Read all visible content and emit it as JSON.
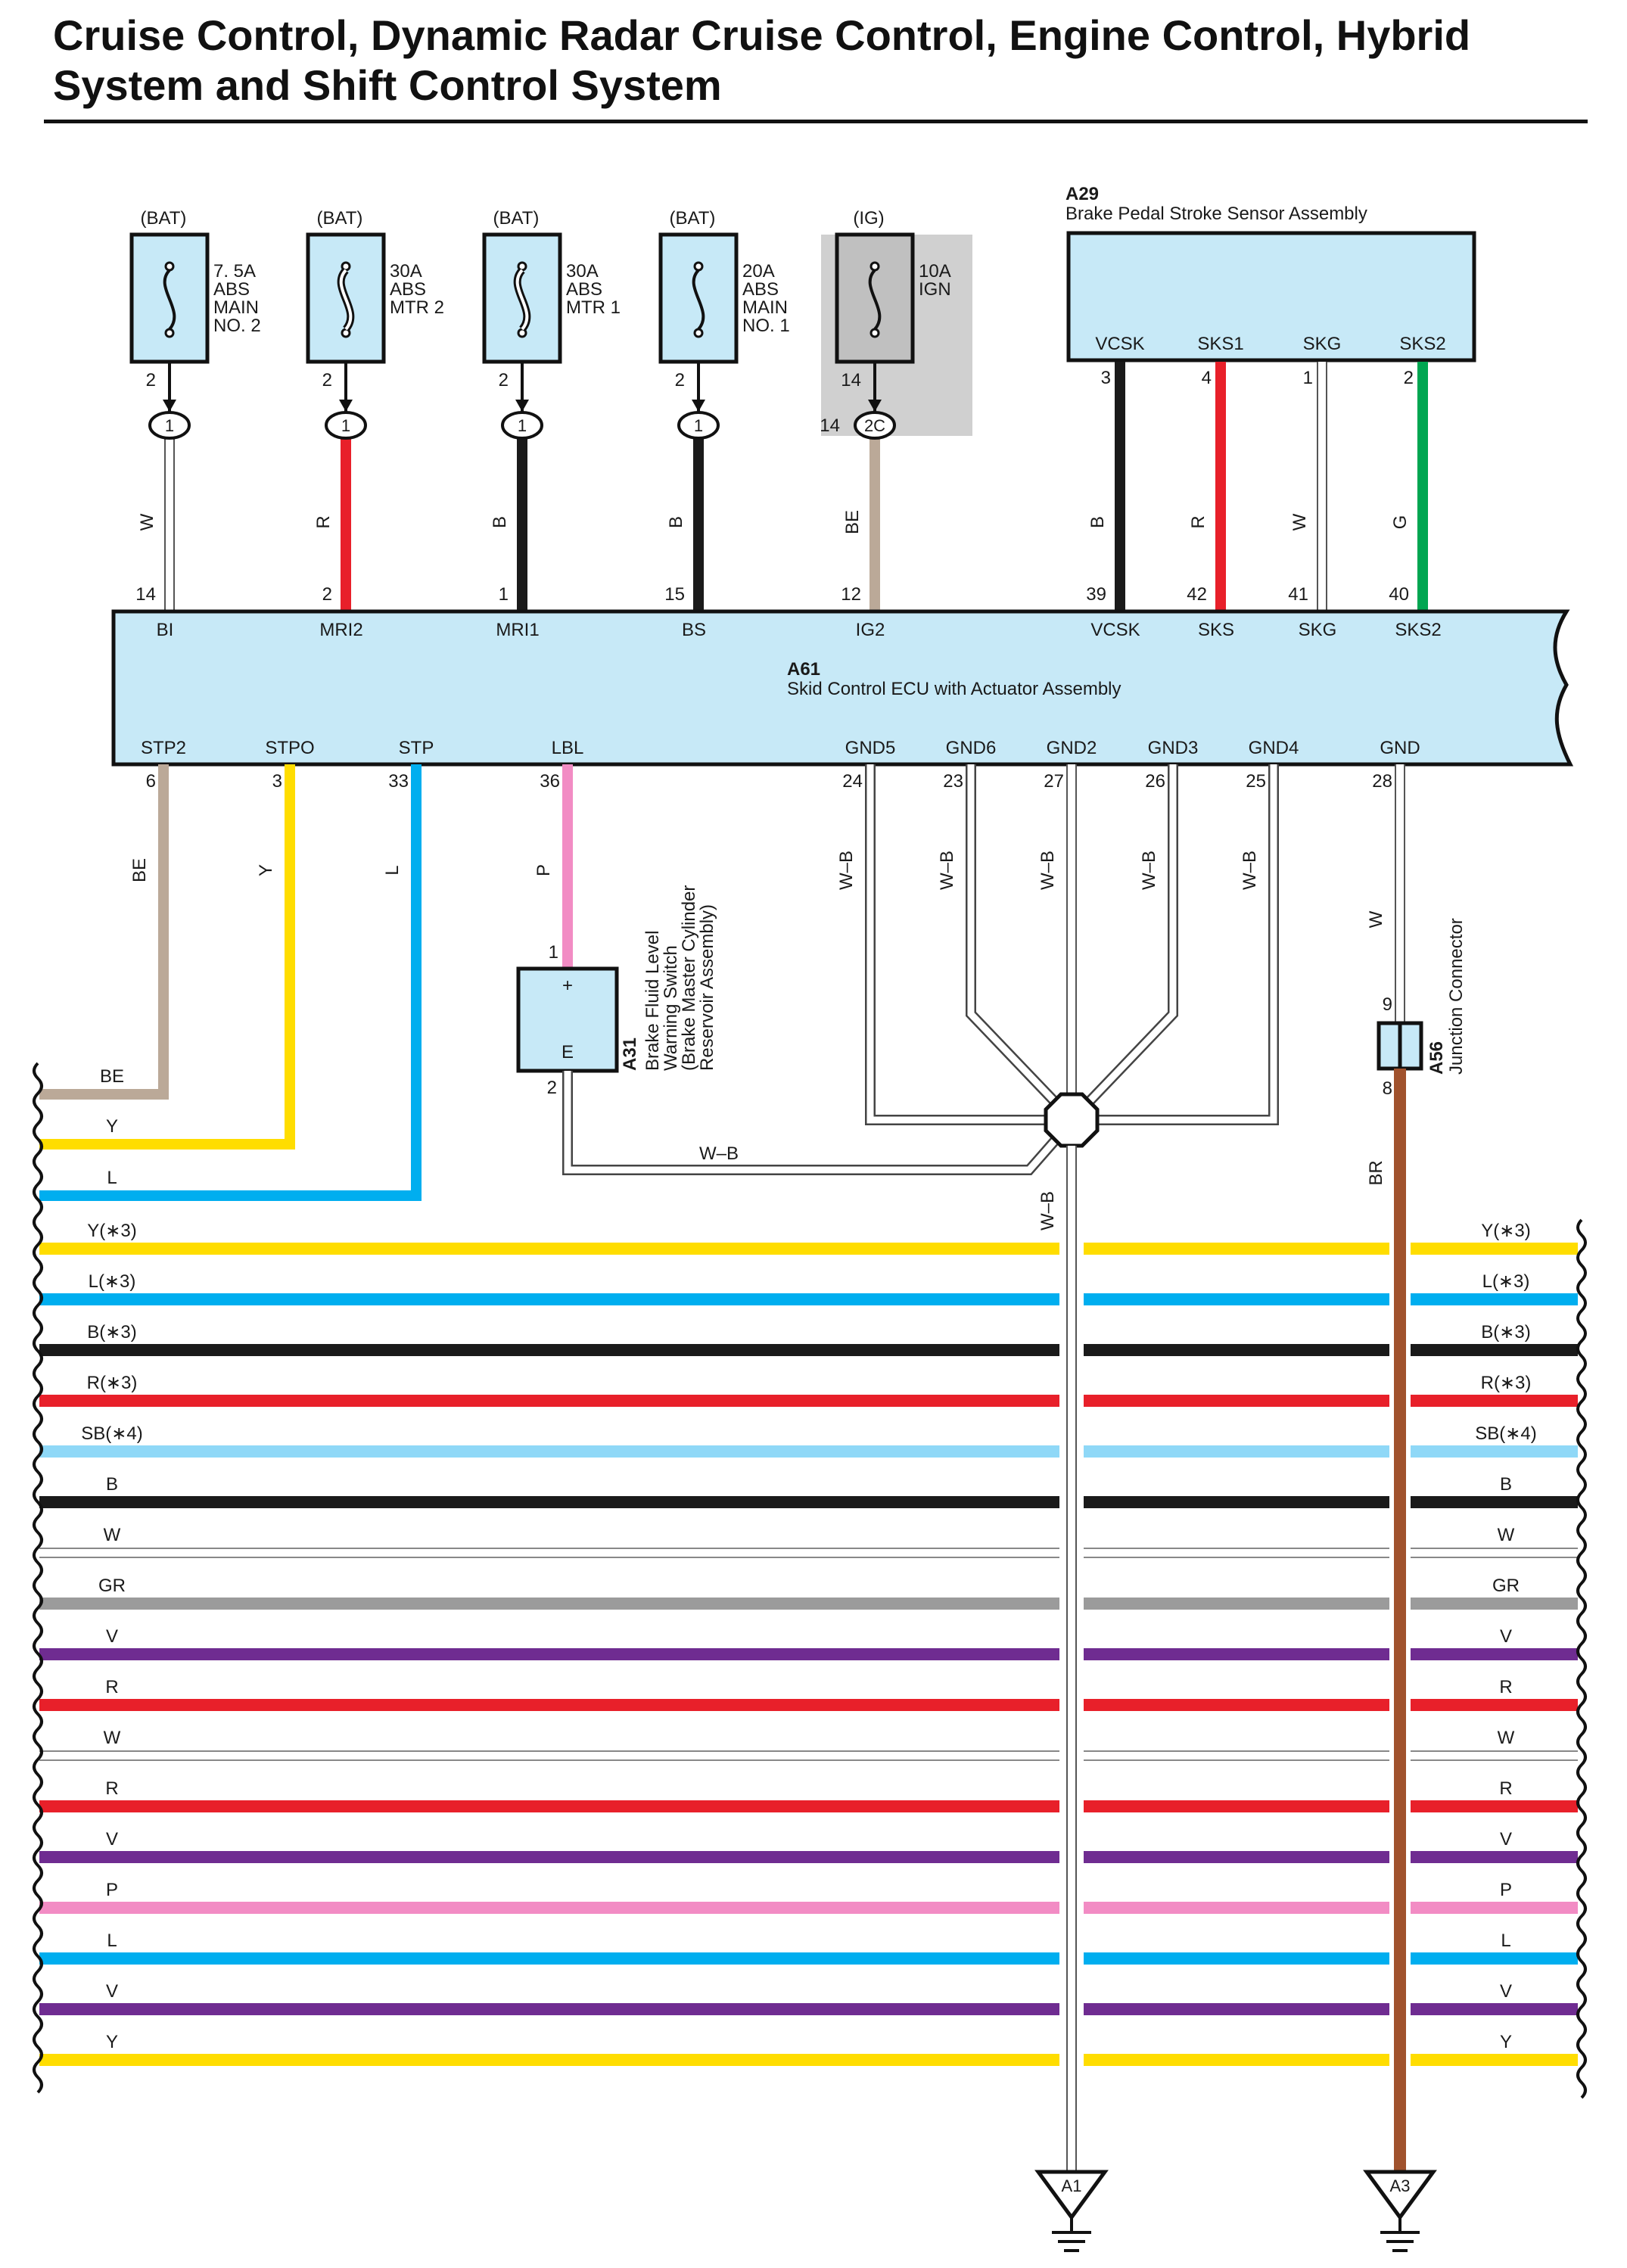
{
  "title": "Cruise Control, Dynamic Radar Cruise Control, Engine Control, Hybrid System and Shift Control System",
  "colors": {
    "W": "#ffffff",
    "R": "#e8202a",
    "B": "#1a1a1a",
    "BE": "#bba998",
    "G": "#00a651",
    "Y": "#ffdd00",
    "L": "#00aeef",
    "P": "#f28cc4",
    "SB": "#8fd8f7",
    "GR": "#9b9b9b",
    "V": "#6f2c91",
    "BR": "#a0522d",
    "W-B": "#ffffff",
    "box": "#c7e9f7",
    "ig_shade": "#d0d0d0"
  },
  "fuses": [
    {
      "supply": "(BAT)",
      "lines": [
        "7. 5A",
        "ABS",
        "MAIN",
        "NO. 2"
      ],
      "pin": "2",
      "junction": "1",
      "wire": "W",
      "ecu_pin": "14",
      "ecu_term": "BI",
      "icon": "fuse-icon"
    },
    {
      "supply": "(BAT)",
      "lines": [
        "30A",
        "ABS",
        "MTR 2"
      ],
      "pin": "2",
      "junction": "1",
      "wire": "R",
      "ecu_pin": "2",
      "ecu_term": "MRI2",
      "icon": "fusible-link-icon"
    },
    {
      "supply": "(BAT)",
      "lines": [
        "30A",
        "ABS",
        "MTR 1"
      ],
      "pin": "2",
      "junction": "1",
      "wire": "B",
      "ecu_pin": "1",
      "ecu_term": "MRI1",
      "icon": "fusible-link-icon"
    },
    {
      "supply": "(BAT)",
      "lines": [
        "20A",
        "ABS",
        "MAIN",
        "NO. 1"
      ],
      "pin": "2",
      "junction": "1",
      "wire": "B",
      "ecu_pin": "15",
      "ecu_term": "BS",
      "icon": "fuse-icon"
    },
    {
      "supply": "(IG)",
      "lines": [
        "10A",
        "IGN"
      ],
      "pin": "14",
      "junction": "2C",
      "wire": "BE",
      "ecu_pin": "12",
      "ecu_term": "IG2",
      "icon": "fuse-icon"
    }
  ],
  "a29": {
    "code": "A29",
    "name": "Brake Pedal Stroke Sensor Assembly",
    "terminals": [
      {
        "term": "VCSK",
        "pin": "3",
        "wire": "B",
        "ecu_pin": "39",
        "ecu_term": "VCSK"
      },
      {
        "term": "SKS1",
        "pin": "4",
        "wire": "R",
        "ecu_pin": "42",
        "ecu_term": "SKS"
      },
      {
        "term": "SKG",
        "pin": "1",
        "wire": "W",
        "ecu_pin": "41",
        "ecu_term": "SKG"
      },
      {
        "term": "SKS2",
        "pin": "2",
        "wire": "G",
        "ecu_pin": "40",
        "ecu_term": "SKS2"
      }
    ]
  },
  "ecu": {
    "code": "A61",
    "name": "Skid Control ECU with Actuator Assembly",
    "bottom": [
      {
        "term": "STP2",
        "pin": "6",
        "wire": "BE"
      },
      {
        "term": "STPO",
        "pin": "3",
        "wire": "Y"
      },
      {
        "term": "STP",
        "pin": "33",
        "wire": "L"
      },
      {
        "term": "LBL",
        "pin": "36",
        "wire": "P"
      },
      {
        "term": "GND5",
        "pin": "24",
        "wire": "W–B"
      },
      {
        "term": "GND6",
        "pin": "23",
        "wire": "W–B"
      },
      {
        "term": "GND2",
        "pin": "27",
        "wire": "W–B"
      },
      {
        "term": "GND3",
        "pin": "26",
        "wire": "W–B"
      },
      {
        "term": "GND4",
        "pin": "25",
        "wire": "W–B"
      },
      {
        "term": "GND",
        "pin": "28",
        "wire": "W"
      }
    ]
  },
  "a31": {
    "code": "A31",
    "name_lines": [
      "Brake Fluid Level",
      "Warning Switch",
      "(Brake Master Cylinder",
      "Reservoir Assembly)"
    ],
    "pin_top": "1",
    "pin_bottom": "2",
    "term_plus": "+",
    "term_e": "E",
    "out_wire": "W–B"
  },
  "a56": {
    "code": "A56",
    "name": "Junction Connector",
    "pin_top": "9",
    "pin_bottom": "8",
    "out_wire": "BR"
  },
  "left_wires": [
    {
      "label": "BE",
      "color": "BE"
    },
    {
      "label": "Y",
      "color": "Y"
    },
    {
      "label": "L",
      "color": "L"
    }
  ],
  "bus": [
    {
      "left": "Y(∗3)",
      "right": "Y(∗3)",
      "color": "Y"
    },
    {
      "left": "L(∗3)",
      "right": "L(∗3)",
      "color": "L"
    },
    {
      "left": "B(∗3)",
      "right": "B(∗3)",
      "color": "B"
    },
    {
      "left": "R(∗3)",
      "right": "R(∗3)",
      "color": "R"
    },
    {
      "left": "SB(∗4)",
      "right": "SB(∗4)",
      "color": "SB"
    },
    {
      "left": "B",
      "right": "B",
      "color": "B"
    },
    {
      "left": "W",
      "right": "W",
      "color": "W"
    },
    {
      "left": "GR",
      "right": "GR",
      "color": "GR"
    },
    {
      "left": "V",
      "right": "V",
      "color": "V"
    },
    {
      "left": "R",
      "right": "R",
      "color": "R"
    },
    {
      "left": "W",
      "right": "W",
      "color": "W"
    },
    {
      "left": "R",
      "right": "R",
      "color": "R"
    },
    {
      "left": "V",
      "right": "V",
      "color": "V"
    },
    {
      "left": "P",
      "right": "P",
      "color": "P"
    },
    {
      "left": "L",
      "right": "L",
      "color": "L"
    },
    {
      "left": "V",
      "right": "V",
      "color": "V"
    },
    {
      "left": "Y",
      "right": "Y",
      "color": "Y"
    }
  ],
  "ground_wire_label": "W–B",
  "grounds": [
    "A1",
    "A3"
  ]
}
